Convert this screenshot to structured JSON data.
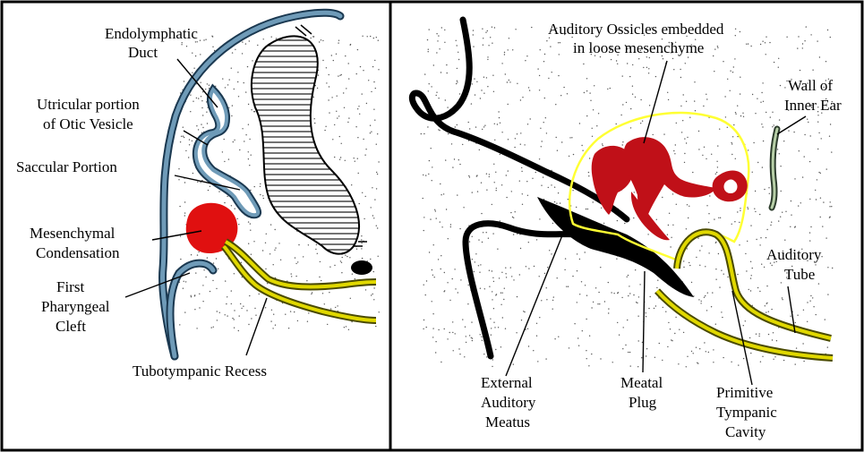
{
  "colors": {
    "background": "#ffffff",
    "frame": "#000000",
    "epithelium_blue": "#4f7f9c",
    "tubotympanic_yellow": "#d8d200",
    "condensation_red": "#e01010",
    "ossicles_red": "#c01018",
    "mesenchyme_outline_yellow": "#ffff33",
    "black_structures": "#000000"
  },
  "left_panel": {
    "labels": {
      "endolymphatic_1": "Endolymphatic",
      "endolymphatic_2": "Duct",
      "utricular_1": "Utricular portion",
      "utricular_2": "of Otic Vesicle",
      "saccular": "Saccular Portion",
      "mesenchymal_1": "Mesenchymal",
      "mesenchymal_2": "Condensation",
      "first_1": "First",
      "first_2": "Pharyngeal",
      "first_3": "Cleft",
      "tubotympanic": "Tubotympanic Recess"
    }
  },
  "right_panel": {
    "labels": {
      "ossicles_1": "Auditory Ossicles embedded",
      "ossicles_2": "in loose mesenchyme",
      "wall_1": "Wall of",
      "wall_2": "Inner Ear",
      "tube_1": "Auditory",
      "tube_2": "Tube",
      "external_1": "External",
      "external_2": "Auditory",
      "external_3": "Meatus",
      "meatal_1": "Meatal",
      "meatal_2": "Plug",
      "primitive_1": "Primitive",
      "primitive_2": "Tympanic",
      "primitive_3": "Cavity"
    }
  }
}
